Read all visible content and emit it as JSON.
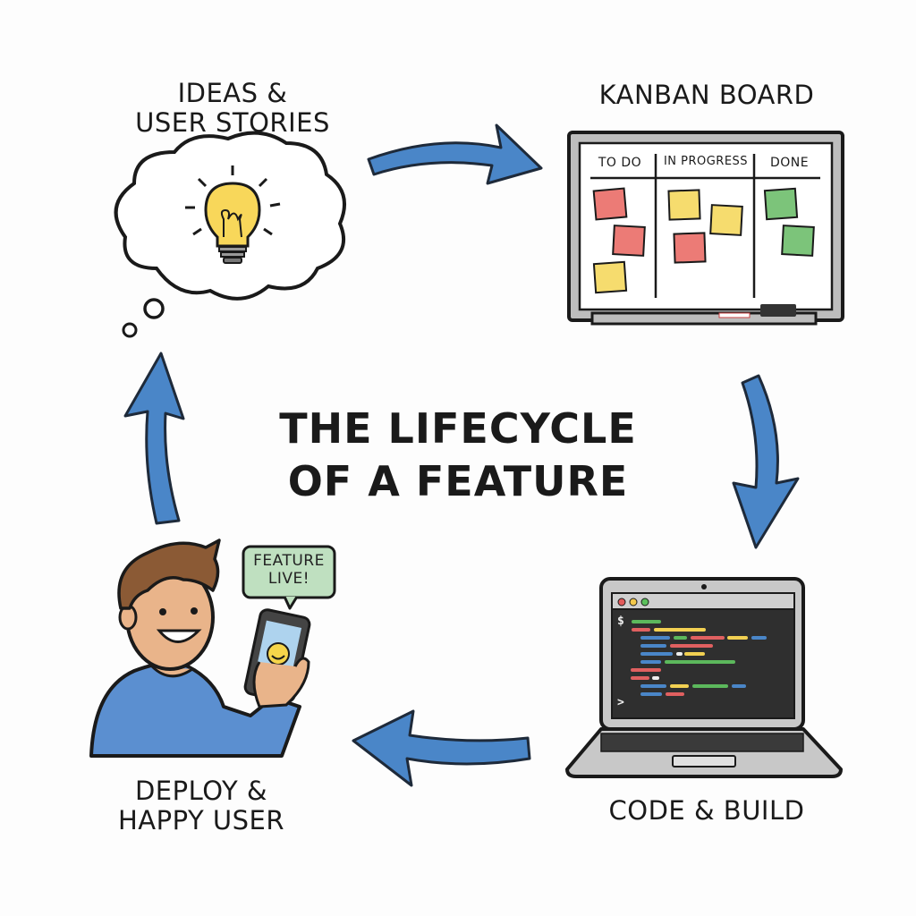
{
  "title": {
    "line1": "THE LIFECYCLE",
    "line2": "OF A FEATURE"
  },
  "stages": {
    "ideas": {
      "line1": "IDEAS &",
      "line2": "USER STORIES",
      "icon": "lightbulb-in-thought-cloud"
    },
    "kanban": {
      "label": "KANBAN BOARD",
      "columns": [
        {
          "name": "TO DO",
          "notes": [
            "red",
            "red",
            "yellow"
          ]
        },
        {
          "name": "IN PROGRESS",
          "notes": [
            "yellow",
            "yellow",
            "red"
          ]
        },
        {
          "name": "DONE",
          "notes": [
            "green",
            "green"
          ]
        }
      ]
    },
    "code": {
      "label": "CODE & BUILD",
      "prompt": "$",
      "cursor": ">"
    },
    "deploy": {
      "line1": "DEPLOY &",
      "line2": "HAPPY USER",
      "bubble_line1": "FEATURE",
      "bubble_line2": "LIVE!"
    }
  },
  "colors": {
    "arrow": "#4a86c8",
    "note_red": "#ec7b76",
    "note_yellow": "#f6dc6e",
    "note_green": "#7cc47a",
    "bulb": "#f8d75a",
    "shirt": "#5b8fd0",
    "bubble": "#bfe0c0",
    "screen": "#2f2f2f"
  }
}
